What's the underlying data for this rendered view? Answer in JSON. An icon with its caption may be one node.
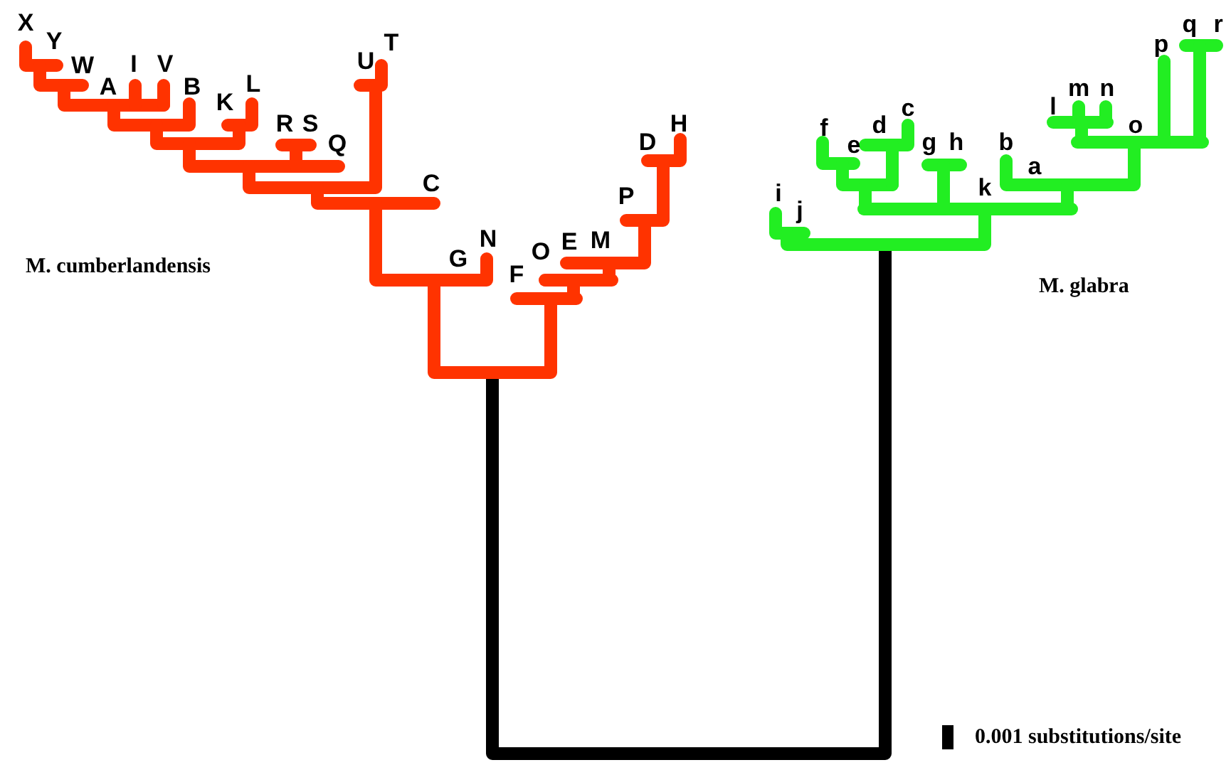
{
  "diagram": {
    "labels": [
      "X",
      "Y",
      "W",
      "A",
      "I",
      "V",
      "B",
      "K",
      "L",
      "R",
      "S",
      "Q",
      "U",
      "T",
      "C",
      "G",
      "N",
      "F",
      "O",
      "E",
      "M",
      "P",
      "D",
      "H",
      "M. cumberlandensis",
      "i",
      "j",
      "f",
      "e",
      "d",
      "c",
      "g",
      "h",
      "k",
      "b",
      "a",
      "l",
      "m",
      "n",
      "o",
      "p",
      "q",
      "r",
      "M. glabra",
      "0.001 substitutions/site"
    ]
  }
}
